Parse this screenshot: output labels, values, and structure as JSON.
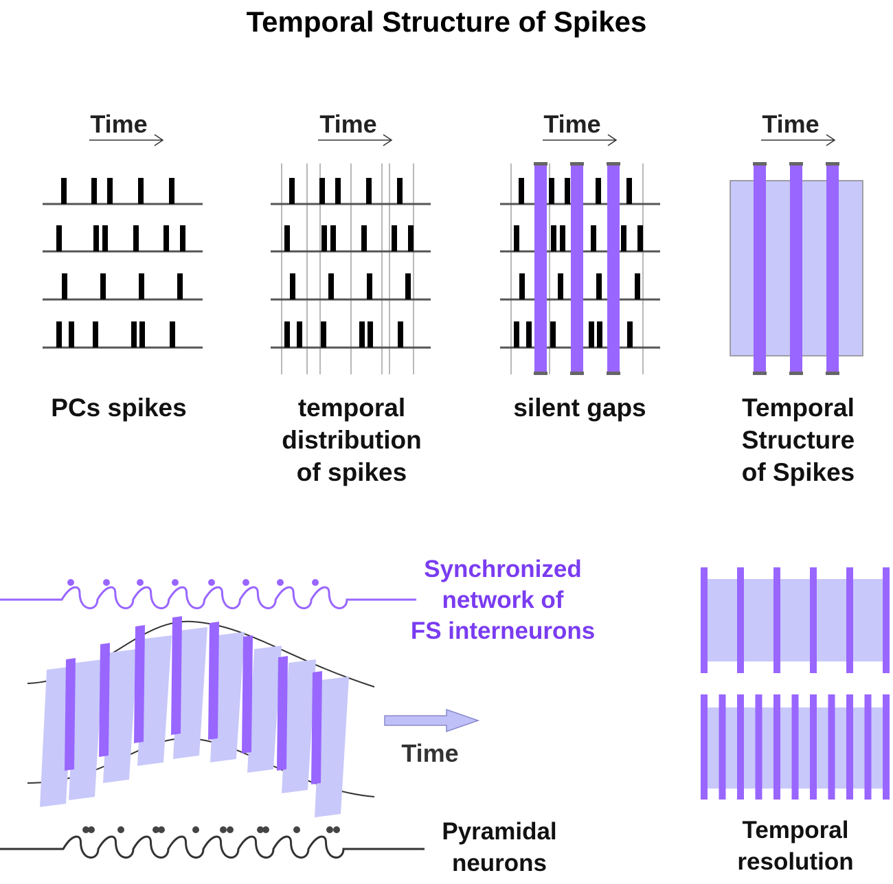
{
  "title": "Temporal Structure of Spikes",
  "time_label": "Time",
  "panels": [
    {
      "label": "PCs spikes"
    },
    {
      "label": "temporal\ndistribution\nof spikes"
    },
    {
      "label": "silent gaps"
    },
    {
      "label": "Temporal\nStructure\nof Spikes"
    }
  ],
  "bottom": {
    "fs_label": "Synchronized\nnetwork of\nFS interneurons",
    "time_label": "Time",
    "pyramidal_label": "Pyramidal\nneurons",
    "resolution_label": "Temporal\nresolution"
  },
  "colors": {
    "purple": "#9966ff",
    "lavender": "#c8c8fa",
    "fs_text": "#7a3cf0",
    "line_gray": "#555555"
  }
}
